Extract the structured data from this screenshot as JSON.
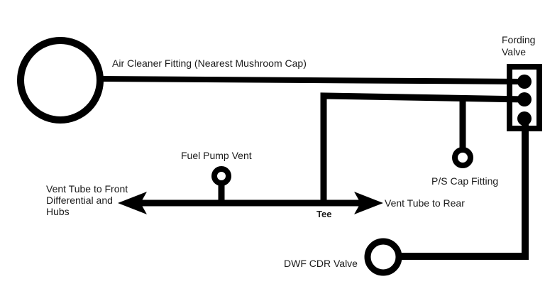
{
  "page": {
    "background_color": "#ffffff",
    "stroke_color": "#000000",
    "text_color": "#1a1a1a"
  },
  "diagram": {
    "type": "vent-tube-routing-schematic",
    "labels": {
      "air_cleaner_fitting": "Air Cleaner Fitting (Nearest Mushroom Cap)",
      "fording_valve": "Fording Valve",
      "fuel_pump_vent": "Fuel Pump Vent",
      "vent_tube_front": "Vent Tube to Front Differential and Hubs",
      "tee": "Tee",
      "vent_tube_rear": "Vent Tube to Rear",
      "ps_cap_fitting": "P/S Cap Fitting",
      "dwf_cdr_valve": "DWF CDR Valve"
    },
    "nodes": [
      {
        "id": "air-cleaner",
        "shape": "large-hollow-circle",
        "connects_to": "fording-valve-port-1"
      },
      {
        "id": "fording-valve",
        "shape": "rect-with-3-ports",
        "ports": 3
      },
      {
        "id": "fuel-pump-vent",
        "shape": "small-hollow-circle",
        "connects_to": "vent-axle-line"
      },
      {
        "id": "ps-cap-fitting",
        "shape": "small-hollow-circle",
        "connects_to": "tee-branch-line"
      },
      {
        "id": "dwf-cdr-valve",
        "shape": "medium-hollow-circle",
        "connects_to": "fording-valve-port-3"
      },
      {
        "id": "tee",
        "shape": "line-junction",
        "connects": [
          "vent-axle-line",
          "fording-valve-port-2"
        ]
      }
    ]
  }
}
